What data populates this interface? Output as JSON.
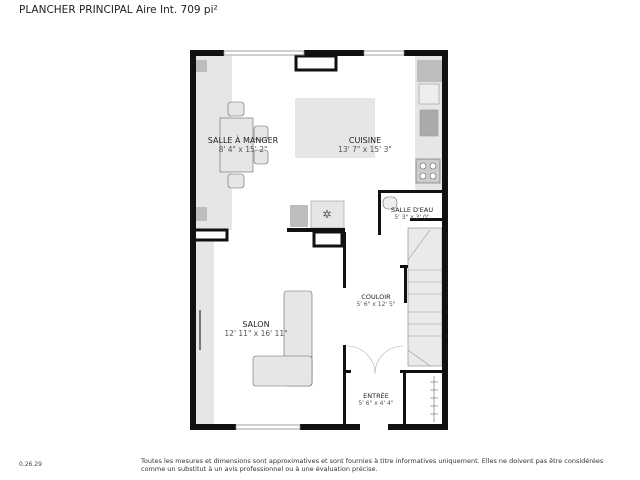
{
  "header": {
    "title": "PLANCHER PRINCIPAL Aire Int. 709 pi²"
  },
  "rooms": [
    {
      "name": "SALLE À MANGER",
      "dimensions": "8' 4\" x 15' 2\""
    },
    {
      "name": "CUISINE",
      "dimensions": "13' 7\" x 15' 3\""
    },
    {
      "name": "SALLE D'EAU",
      "dimensions": "5' 3\" x 3' 0\""
    },
    {
      "name": "SALON",
      "dimensions": "12' 11\" x 16' 11\""
    },
    {
      "name": "COULOIR",
      "dimensions": "5' 6\" x 12' 5\""
    },
    {
      "name": "ENTRÉE",
      "dimensions": "5' 6\" x 4' 4\""
    }
  ],
  "footer": {
    "version": "0.26.29",
    "disclaimer": "Toutes les mesures et dimensions sont approximatives et sont fournies à titre informatives uniquement. Elles ne doivent pas être considérées comme un substitut à un avis professionnel ou à une évaluation précise."
  },
  "colors": {
    "wall": "#111111",
    "fixture": "#e6e6e6",
    "fixture_dark": "#bdbdbd"
  }
}
